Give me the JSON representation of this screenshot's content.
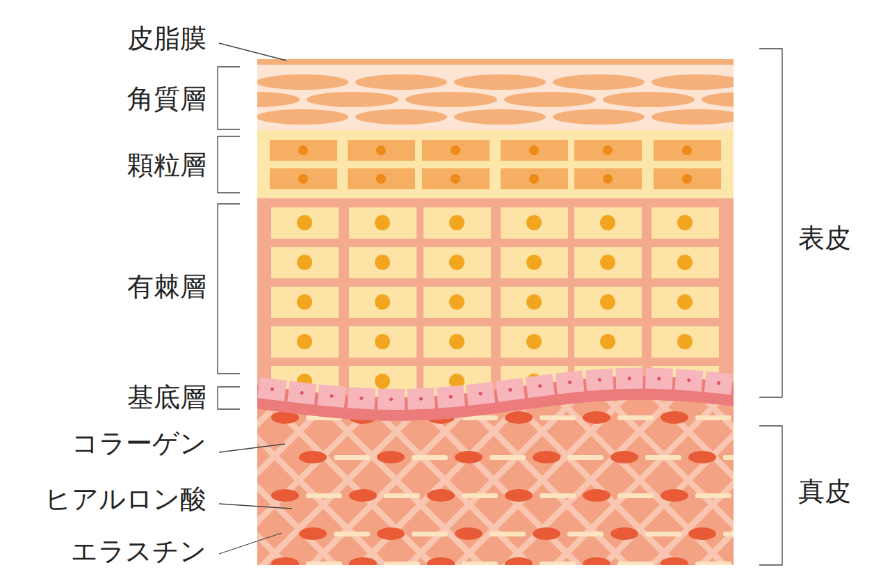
{
  "diagram": {
    "labels": [
      "皮脂膜",
      "角質層",
      "顆粒層",
      "有棘層",
      "基底層",
      "コラーゲン",
      "ヒアルロン酸",
      "エラスチン",
      "表皮",
      "真皮"
    ]
  }
}
